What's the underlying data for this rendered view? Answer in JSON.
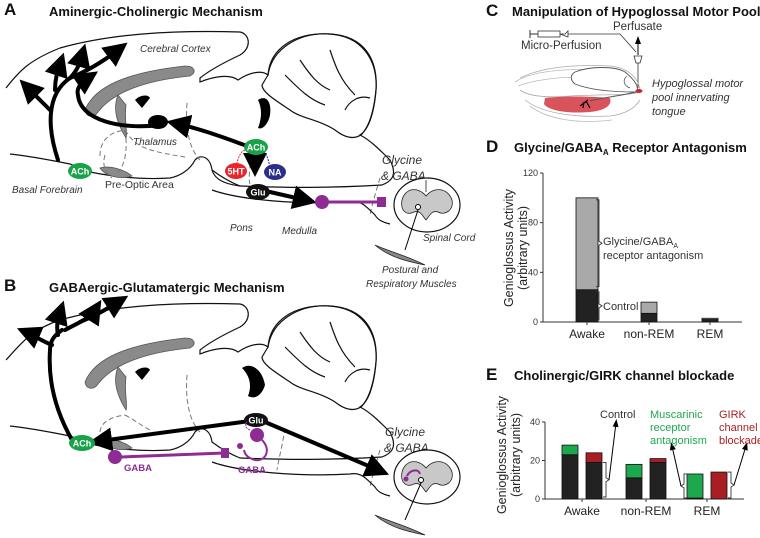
{
  "colors": {
    "ach_green": "#1aa24a",
    "serotonin_red": "#e8262c",
    "noradrenaline_blue": "#2b2e8c",
    "glu_black": "#111111",
    "gaba_purple": "#8e2c93",
    "bar_control": "#222222",
    "bar_antagonism_grey": "#a9a9a9",
    "bar_muscarinic_green": "#1ea84e",
    "bar_girk_red": "#a81e22",
    "tongue_red": "#d9545a"
  },
  "panels": {
    "A": {
      "letter": "A",
      "title": "Aminergic-Cholinergic Mechanism",
      "regions": {
        "cortex": "Cerebral Cortex",
        "thalamus": "Thalamus",
        "basal_forebrain": "Basal Forebrain",
        "preoptic": "Pre-Optic Area",
        "pons": "Pons",
        "medulla": "Medulla",
        "spinal_cord": "Spinal Cord",
        "muscles_line1": "Postural and",
        "muscles_line2": "Respiratory Muscles",
        "glycine_line1": "Glycine",
        "glycine_line2": "& GABA"
      },
      "nodes": {
        "ach_forebrain": "ACh",
        "ach_pons": "ACh",
        "serotonin": "5HT",
        "noradrenaline": "NA",
        "glutamate": "Glu"
      }
    },
    "B": {
      "letter": "B",
      "title": "GABAergic-Glutamatergic Mechanism",
      "regions": {
        "glycine_line1": "Glycine",
        "glycine_line2": "& GABA"
      },
      "nodes": {
        "ach_forebrain": "ACh",
        "glutamate": "Glu",
        "gaba_preoptic": "GABA",
        "gaba_pons": "GABA"
      }
    },
    "C": {
      "letter": "C",
      "title": "Manipulation of Hypoglossal Motor Pool",
      "labels": {
        "perfusate": "Perfusate",
        "micro_perfusion": "Micro-Perfusion",
        "hypoglossal_line1": "Hypoglossal motor",
        "hypoglossal_line2": "pool innervating",
        "hypoglossal_line3": "tongue"
      }
    },
    "D": {
      "letter": "D",
      "title_main": "Glycine/GABA",
      "title_sub": "A",
      "title_rest": " Receptor Antagonism",
      "annotations": {
        "antagonism_line1": "Glycine/GABA",
        "antagonism_sub": "A",
        "antagonism_line2": "receptor antagonism",
        "control": "Control"
      }
    },
    "E": {
      "letter": "E",
      "title": "Cholinergic/GIRK channel blockade",
      "annotations": {
        "control": "Control",
        "muscarinic_line1": "Muscarinic",
        "muscarinic_line2": "receptor",
        "muscarinic_line3": "antagonism",
        "girk_line1": "GIRK",
        "girk_line2": "channel",
        "girk_line3": "blockade"
      }
    }
  },
  "chart_data": [
    {
      "id": "D",
      "type": "bar",
      "stacked": true,
      "title": "Glycine/GABA_A Receptor Antagonism",
      "xlabel": "",
      "ylabel_line1": "Genioglossus Activity",
      "ylabel_line2": "(arbitrary units)",
      "ylim": [
        0,
        120
      ],
      "yticks": [
        0,
        40,
        80,
        120
      ],
      "categories": [
        "Awake",
        "non-REM",
        "REM"
      ],
      "series": [
        {
          "name": "Control",
          "color": "#222222",
          "values": [
            26,
            7,
            2
          ]
        },
        {
          "name": "Glycine/GABA_A receptor antagonism",
          "color": "#a9a9a9",
          "values": [
            74,
            9,
            1
          ]
        }
      ],
      "totals": [
        100,
        16,
        3
      ],
      "grid": false,
      "legend": "inline-annotations-right-of-awake"
    },
    {
      "id": "E",
      "type": "bar",
      "stacked": true,
      "grouped": true,
      "title": "Cholinergic/GIRK channel blockade",
      "xlabel": "",
      "ylabel_line1": "Genioglossus Activity",
      "ylabel_line2": "(arbitrary units)",
      "ylim": [
        0,
        40
      ],
      "yticks": [
        0,
        20,
        40
      ],
      "categories": [
        "Awake",
        "non-REM",
        "REM"
      ],
      "groups": [
        {
          "name": "Muscarinic receptor antagonism",
          "control": [
            23,
            11,
            0.5
          ],
          "added": [
            5,
            7,
            12.5
          ],
          "color": "#1ea84e"
        },
        {
          "name": "GIRK channel blockade",
          "control": [
            19,
            19,
            0
          ],
          "added": [
            5,
            2,
            14
          ],
          "color": "#a81e22"
        }
      ],
      "grid": false,
      "legend": "top annotations with arrows"
    }
  ]
}
